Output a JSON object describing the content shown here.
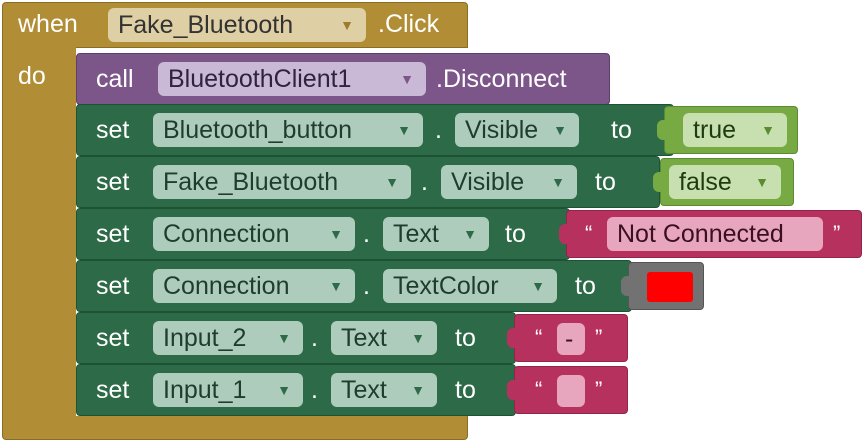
{
  "event": {
    "when": "when",
    "component": "Fake_Bluetooth",
    "event_name": ".Click",
    "do": "do"
  },
  "call_block": {
    "keyword": "call",
    "component": "BluetoothClient1",
    "method": ".Disconnect"
  },
  "set_blocks": [
    {
      "keyword": "set",
      "component": "Bluetooth_button",
      "dot": ".",
      "property": "Visible",
      "to": "to",
      "value_type": "boolean",
      "value": "true"
    },
    {
      "keyword": "set",
      "component": "Fake_Bluetooth",
      "dot": ".",
      "property": "Visible",
      "to": "to",
      "value_type": "boolean",
      "value": "false"
    },
    {
      "keyword": "set",
      "component": "Connection",
      "dot": ".",
      "property": "Text",
      "to": "to",
      "value_type": "text",
      "value": "Not Connected"
    },
    {
      "keyword": "set",
      "component": "Connection",
      "dot": ".",
      "property": "TextColor",
      "to": "to",
      "value_type": "color",
      "value": "#ff0000"
    },
    {
      "keyword": "set",
      "component": "Input_2",
      "dot": ".",
      "property": "Text",
      "to": "to",
      "value_type": "text",
      "value": "-"
    },
    {
      "keyword": "set",
      "component": "Input_1",
      "dot": ".",
      "property": "Text",
      "to": "to",
      "value_type": "text",
      "value": ""
    }
  ],
  "quote_open": "“",
  "quote_close": "”",
  "dropdown_icon": "triangle-down-icon",
  "colors": {
    "event_gold": "#b18e35",
    "procedure_purple": "#7c5589",
    "setter_green": "#2d6a47",
    "logic_green": "#78aa44",
    "text_magenta": "#b7315f",
    "color_block_grey": "#727272",
    "color_value_red": "#ff0000"
  }
}
